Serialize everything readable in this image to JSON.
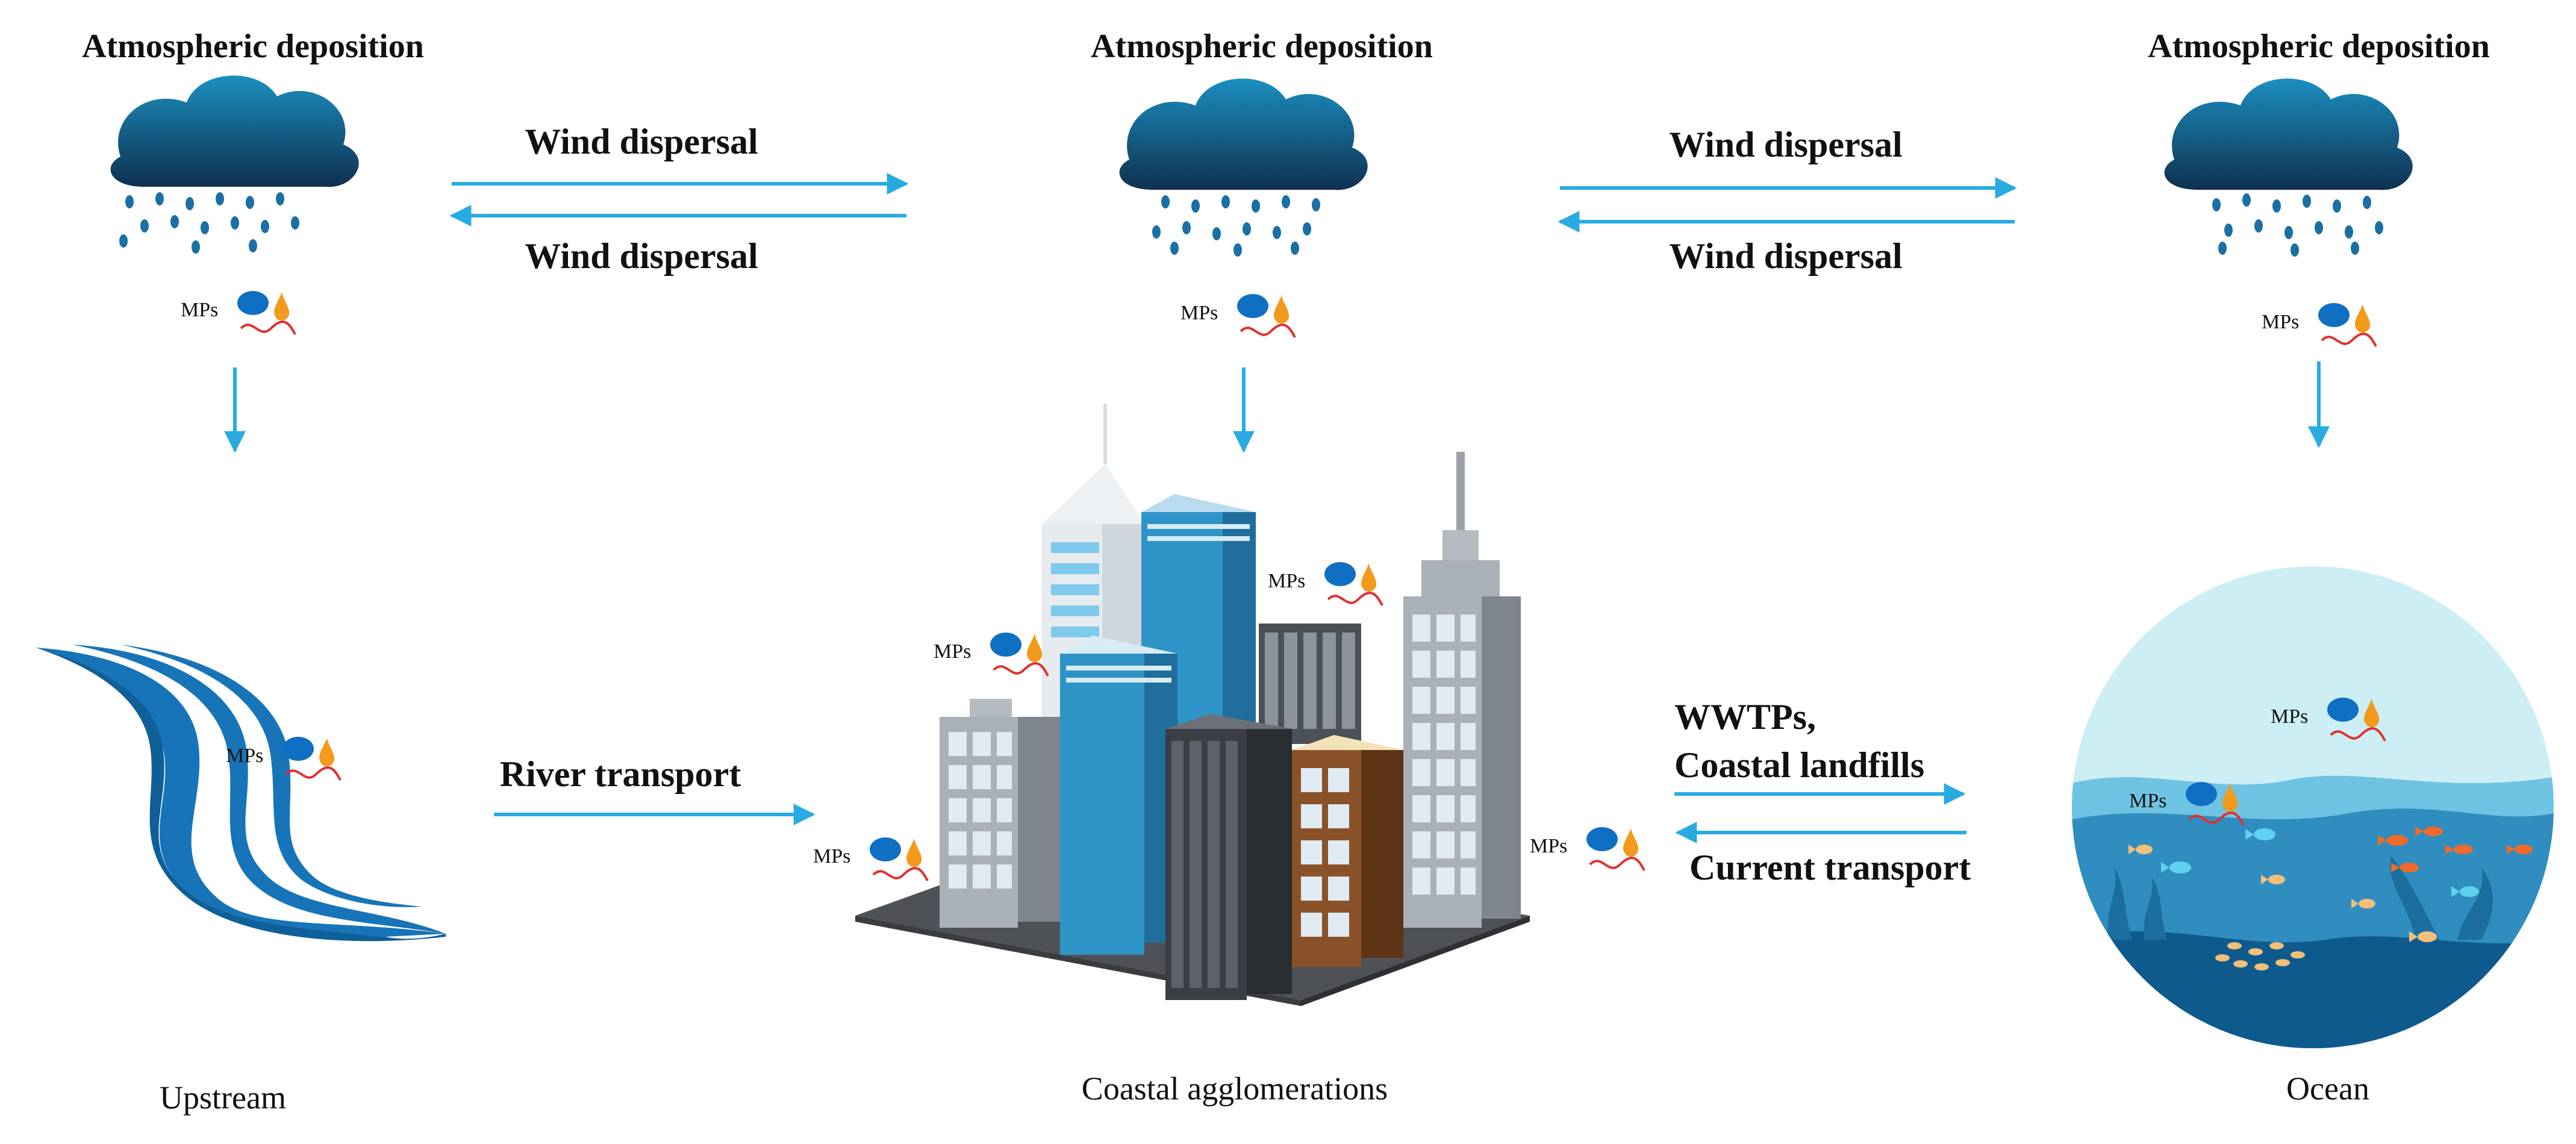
{
  "labels": {
    "atmospheric_deposition": "Atmospheric deposition",
    "wind_dispersal": "Wind dispersal",
    "river_transport": "River transport",
    "wwtps": "WWTPs,",
    "coastal_landfills": "Coastal landfills",
    "current_transport": "Current transport",
    "mps": "MPs",
    "upstream": "Upstream",
    "coastal_agglomerations": "Coastal agglomerations",
    "ocean": "Ocean"
  },
  "colors": {
    "arrow": "#29abe2",
    "cloud_top": "#1b8fc0",
    "cloud_bottom": "#0f3050",
    "rain": "#1a6fa3",
    "river": "#1774b8",
    "mp_blue": "#0f6fc2",
    "mp_orange": "#f39a1c",
    "mp_red": "#e03030",
    "ocean_sky": "#cdeef5",
    "ocean_water": "#2f8dbf",
    "ocean_deep": "#0f5a8c",
    "building_blue": "#2f95c8",
    "building_dark": "#3b3f45",
    "building_brown": "#8a5228",
    "building_grey": "#9aa1a8",
    "ground": "#4e5155"
  }
}
